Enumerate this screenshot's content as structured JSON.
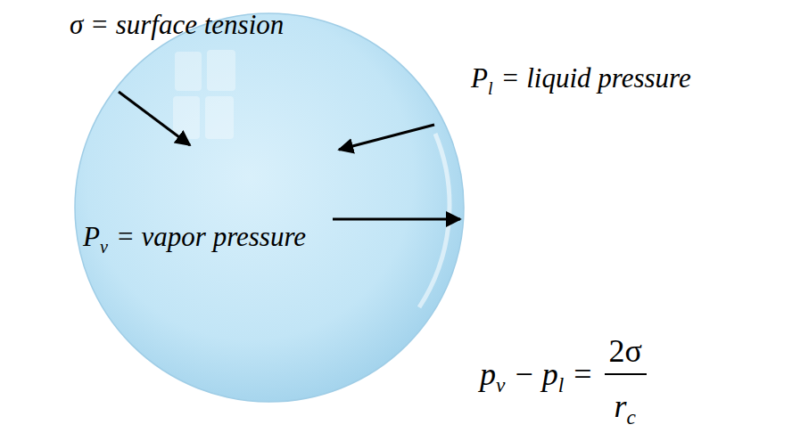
{
  "diagram": {
    "labels": [
      "σ = surface tension",
      "P",
      "l",
      "= liquid pressure",
      "P",
      "v",
      "= vapor pressure",
      "p",
      "v",
      "−",
      "p",
      "l",
      "=",
      "2σ",
      "r",
      "c"
    ]
  }
}
